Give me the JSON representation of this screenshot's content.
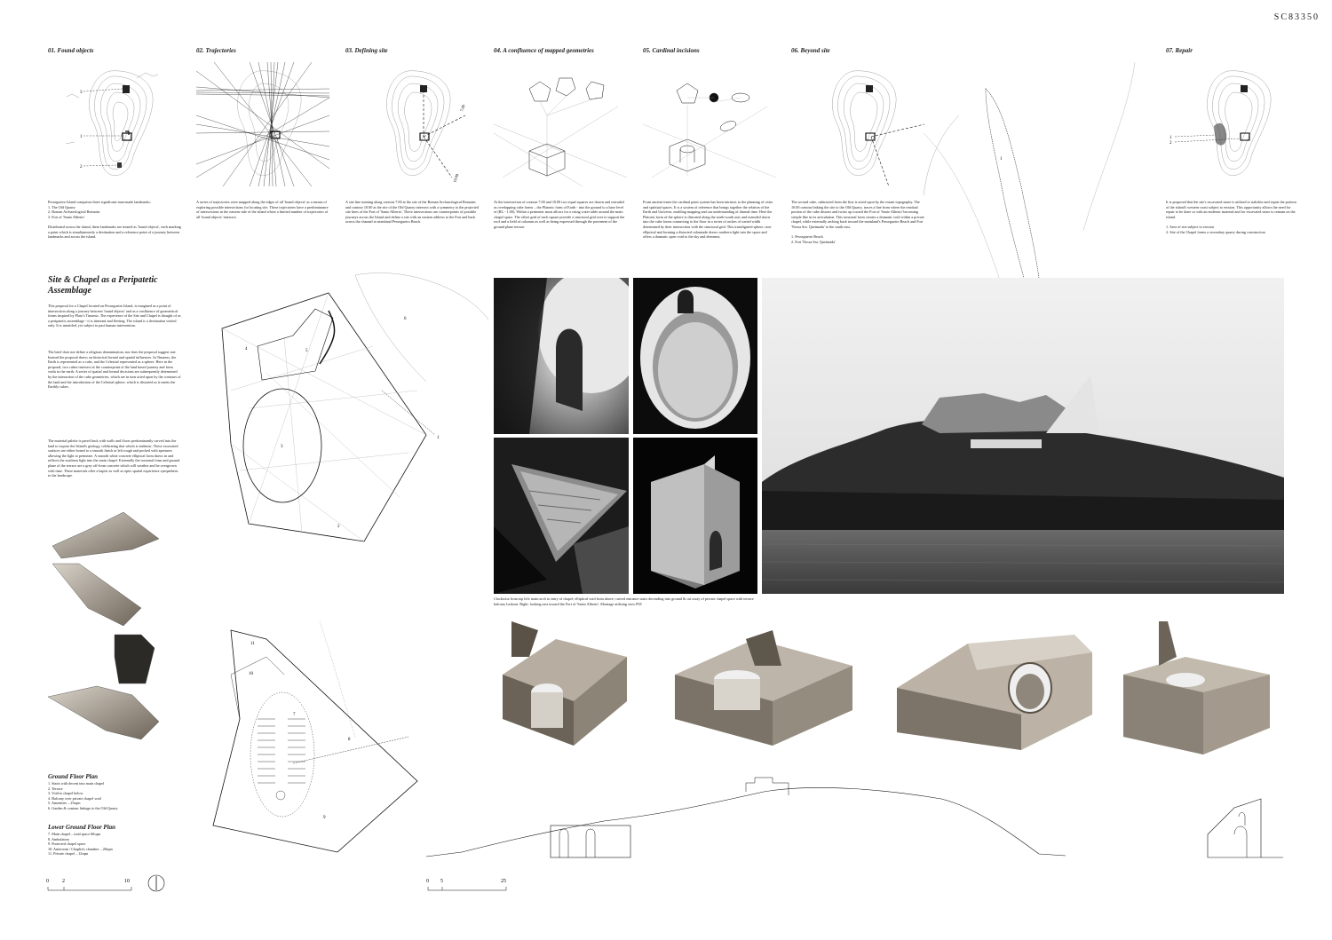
{
  "sheet_code": "SC83350",
  "steps": [
    {
      "title": "01. Found objects",
      "text": "Pessegueiro Island comprises three significant man-made landmarks:\n1. The Old Quarry\n2. Roman Archaeological Remains\n3. Fort of 'Santo Alberto'\n\nDistributed across the island, these landmarks are treated as 'found objects', each marking a point which is simultaneously a destination and a reference point of a journey between landmarks and across the island.",
      "labels": [
        "3",
        "1",
        "2"
      ]
    },
    {
      "title": "02. Trajectories",
      "text": "A series of trajectories were mapped along the edges of all 'found objects' as a means of exploring possible intersections for locating site. These trajectories have a predominance of intersections in the eastern side of the island where a limited number of trajectories of all 'found objects' intersect."
    },
    {
      "title": "03. Defining site",
      "text": "A site line running along contour 7.00 at the site of the Roman Archaeological Remains and contour 10.00 at the site of the Old Quarry intersect with a symmetry to the projected site lines of the Fort of 'Santo Alberto'. These intersections are counterpoints of possible journeys across the Island and define a site with an eastern address to the Fort and back across the channel to mainland Pessegueiro Beach.",
      "labels": [
        "7.00",
        "10.00"
      ]
    },
    {
      "title": "04. A confluence of mapped geometries",
      "text": "At the intersection of contour 7.00 and 10.00 two equal squares are drawn and extruded as overlapping cube forms – the Platonic form of Earth - into the ground to a base level of (RL - 1.00). Within a perimeter moat allows for a rising water table around the main chapel space. The offset grid of each square provide a structural grid over to support the roof and a field of columns as well as being expressed through the pavement of the ground plane terrace."
    },
    {
      "title": "05. Cardinal incisions",
      "text": "From ancient times the cardinal point system has been intrinsic to the planning of cities and spiritual spaces. It is a system of reference that brings together the relation of the Earth and Universe, enabling mapping and our understanding of diurnal time. Here the Platonic form of the sphere is distorted along the north-south axis and extruded down into the cube forms connecting to the floor in a series of arches of varied width determined by their intersection with the structural grid. This transfigured sphere, now elliptical and forming a distorted colonnade draws southern light into the space and offers a dramatic open void to the sky and elements."
    },
    {
      "title": "06. Beyond site",
      "text": "The second cube, subtracted from the first is acted upon by the extant topography. The 10.00 contour linking the site to the Old Quarry, traces a line from where the residual portion of the cube distorts and twists up toward the Fort of 'Santo Alberto' becoming steeple like in its articulation. This torsional form creates a dramatic void within a private chapel, while externally arching back toward the mainland's Pessegueiro Beach and Fort 'Nossa Sra. Queimada' to the south east.\n\n1. Pessegueiro Beach\n2. Fort 'Nossa Sra. Queimada'",
      "labels": [
        "1",
        "2"
      ]
    },
    {
      "title": "07. Repair",
      "text": "It is proposed that the site's excavated stone is utilised to stabilise and repair the portion of the island's western coast subject to erosion. This opportunity allows the need for repair to be done so with an endemic material and for excavated stone to remain on the island.\n\n1. Area of site subject to erosion\n2. Site of the Chapel forms a secondary quarry during construction",
      "labels": [
        "1",
        "2"
      ]
    }
  ],
  "intro": {
    "title": "Site & Chapel as a Peripatetic Assemblage",
    "paragraphs": [
      "This proposal for a Chapel located on Pessegueiro Island, is imagined as a point of intersection along a journey between 'found objects' and as a confluence of geometrical forms inspired by Plato's Timaeus. The experience of the Site and Chapel is thought of as a peripatetic assemblage - it is itinerant and fleeting. The island is a destination visited only. It is unsettled, yet subject to past human intervention.",
      "The brief does not define a religious denomination, nor does the proposal suggest one. Instead the proposal draws on historical formal and spatial influences. In Timaeus, the Earth is represented as a cube, and the Celestial represented as a sphere. Here in the proposal, two cubes intersect at the counterpoint of the land based journey and form voids in the earth. A series of spatial and formal decisions are subsequently determined by the interaction of the cube geometries, which are in turn acted upon by the contours of the land and the introduction of the Celestial sphere, which is distorted as it meets the Earthly cubes.",
      "The material palette is pared back with walls and floors predominantly carved into the land to expose the Island's geology, celebrating that which is endemic. These excavated surfaces are either honed to a smooth finish or left rough and pocked with apertures allowing the light to permeate. A smooth white concrete elliptical form draws in and reflects the southern light into the main chapel. Externally the torsional form and ground plane of the terrace are a grey off-form concrete which will weather and be overgrown with time. These materials offer a haptic as well as optic spatial experience sympathetic to the landscape."
    ]
  },
  "ground_floor": {
    "title": "Ground Floor Plan",
    "items": "1. Stairs with decent into main chapel\n2. Terrace\n3. Void to chapel below\n4. Balcony over private chapel void\n5. Amenities – 25sqm\n6. Garden & contour linkage to the Old Quarry",
    "plan_labels": [
      "6",
      "4",
      "5",
      "3",
      "1",
      "2"
    ]
  },
  "lower_floor": {
    "title": "Lower Ground Floor Plan",
    "items": "7. Main chapel – total space 60sqm\n8. Ambulatory\n9. Protected chapel space\n10. Anteroom / Chaplin's chamber – 28sqm\n11. Private chapel – 12sqm",
    "plan_labels": [
      "11",
      "10",
      "7",
      "8",
      "9"
    ]
  },
  "photo_caption": "Clockwise from top left: main arch to entry of chapel; elliptical void from above; carved entrance stairs decending into ground & cut away of private chapel space with terrace balcony lookout. Right: looking east toward the Fort of 'Santo Alberto'. Montage utilising view P05",
  "big_map_labels": [
    "1",
    "2"
  ],
  "scale_plan": {
    "ticks": [
      "0",
      "2",
      "10"
    ]
  },
  "scale_section": {
    "ticks": [
      "0",
      "5",
      "25"
    ]
  }
}
